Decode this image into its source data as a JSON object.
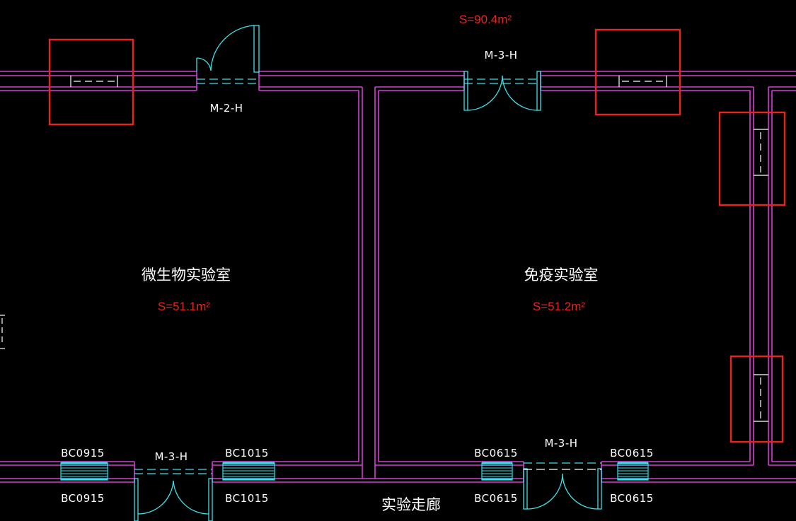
{
  "colors": {
    "background": "#000000",
    "wall": "#d43fd4",
    "door": "#3fe0e8",
    "window": "#2ae4ee",
    "text": "#ffffff",
    "area_text": "#e8241c",
    "highlight": "#e8241c"
  },
  "drawing": {
    "total_area": "S=90.4m²",
    "rooms": [
      {
        "name": "微生物实验室",
        "area": "S=51.1m²"
      },
      {
        "name": "免疫实验室",
        "area": "S=51.2m²"
      }
    ],
    "corridor": "实验走廊",
    "doors": {
      "top_left": "M-2-H",
      "top_right": "M-3-H",
      "bottom_left": "M-3-H",
      "bottom_right": "M-3-H"
    },
    "windows": {
      "bottom_left_a_top": "BC0915",
      "bottom_left_a_bottom": "BC0915",
      "bottom_left_b_top": "BC1015",
      "bottom_left_b_bottom": "BC1015",
      "bottom_right_a_top": "BC0615",
      "bottom_right_a_bottom": "BC0615",
      "bottom_right_b_top": "BC0615",
      "bottom_right_b_bottom": "BC0615"
    }
  }
}
